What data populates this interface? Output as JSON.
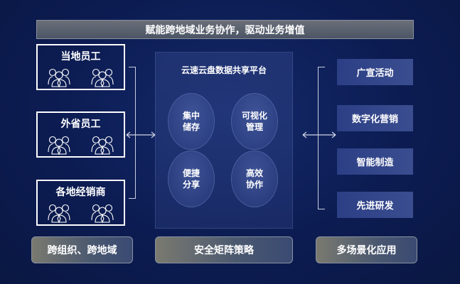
{
  "banner": "赋能跨地域业务协作，驱动业务增值",
  "left_groups": [
    {
      "label": "当地员工"
    },
    {
      "label": "外省员工"
    },
    {
      "label": "各地经销商"
    }
  ],
  "platform": {
    "title": "云速云盘数据共享平台",
    "features": [
      [
        "集中",
        "储存"
      ],
      [
        "可视化",
        "管理"
      ],
      [
        "便捷",
        "分享"
      ],
      [
        "高效",
        "协作"
      ]
    ]
  },
  "applications": [
    "广宣活动",
    "数字化营销",
    "智能制造",
    "先进研发"
  ],
  "bottom": [
    "跨组织、跨地域",
    "安全矩阵策略",
    "多场景化应用"
  ]
}
